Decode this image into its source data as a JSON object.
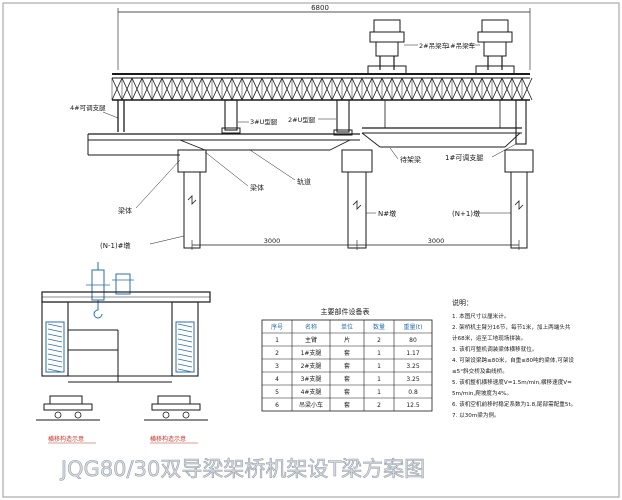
{
  "title": "JQG80/30双导梁架桥机架设T梁方案图",
  "elevation": {
    "dim_top": "6800",
    "dim_left_span": "3000",
    "dim_right_span": "3000",
    "labels": {
      "trolley2": "2#吊梁车",
      "trolley1": "1#吊梁车",
      "adjustable_leg4": "4#可调支腿",
      "u_leg3": "3#U型腿",
      "u_leg2": "2#U型腿",
      "beam_to_erect": "待架梁",
      "adjustable_leg1": "1#可调支腿",
      "beam_body": "梁体",
      "track": "轨道",
      "beam": "梁体",
      "pier_prev": "(N-1)#墩",
      "pier_n": "N#墩",
      "pier_next": "(N+1)墩"
    }
  },
  "section_labels": {
    "left": "横移构造示意",
    "right": "横移构造示意"
  },
  "parts_table": {
    "caption": "主要部件设备表",
    "headers": [
      "序号",
      "名称",
      "单位",
      "数量",
      "重量(t)"
    ],
    "rows": [
      [
        "1",
        "主臂",
        "片",
        "2",
        "80"
      ],
      [
        "2",
        "1#支腿",
        "套",
        "1",
        "1.17"
      ],
      [
        "3",
        "2#支腿",
        "套",
        "1",
        "3.25"
      ],
      [
        "4",
        "3#支腿",
        "套",
        "1",
        "3.25"
      ],
      [
        "5",
        "4#支腿",
        "套",
        "1",
        "0.8"
      ],
      [
        "6",
        "吊梁小车",
        "套",
        "2",
        "12.5"
      ]
    ]
  },
  "notes": {
    "heading": "说明：",
    "items": [
      "1. 本图尺寸以厘米计。",
      "2. 架桥机主臂分16节，每节1米，加上两端头共",
      "   计68米，运至工地现场拼装。",
      "3. 该机可整机调装梁体横移就位。",
      "4. 可架设梁跨≤80米，自重≤80吨的梁体,可架设",
      "   ≤5°斜交桥及曲线桥。",
      "5. 该机整机横移速度V=1.5m/min,横移速度V=",
      "   5m/min,爬坡度为4%。",
      "6. 该机空机前移时稳定系数为1.8,尾部需配重5t。",
      "7. 以30m梁为例。"
    ]
  }
}
